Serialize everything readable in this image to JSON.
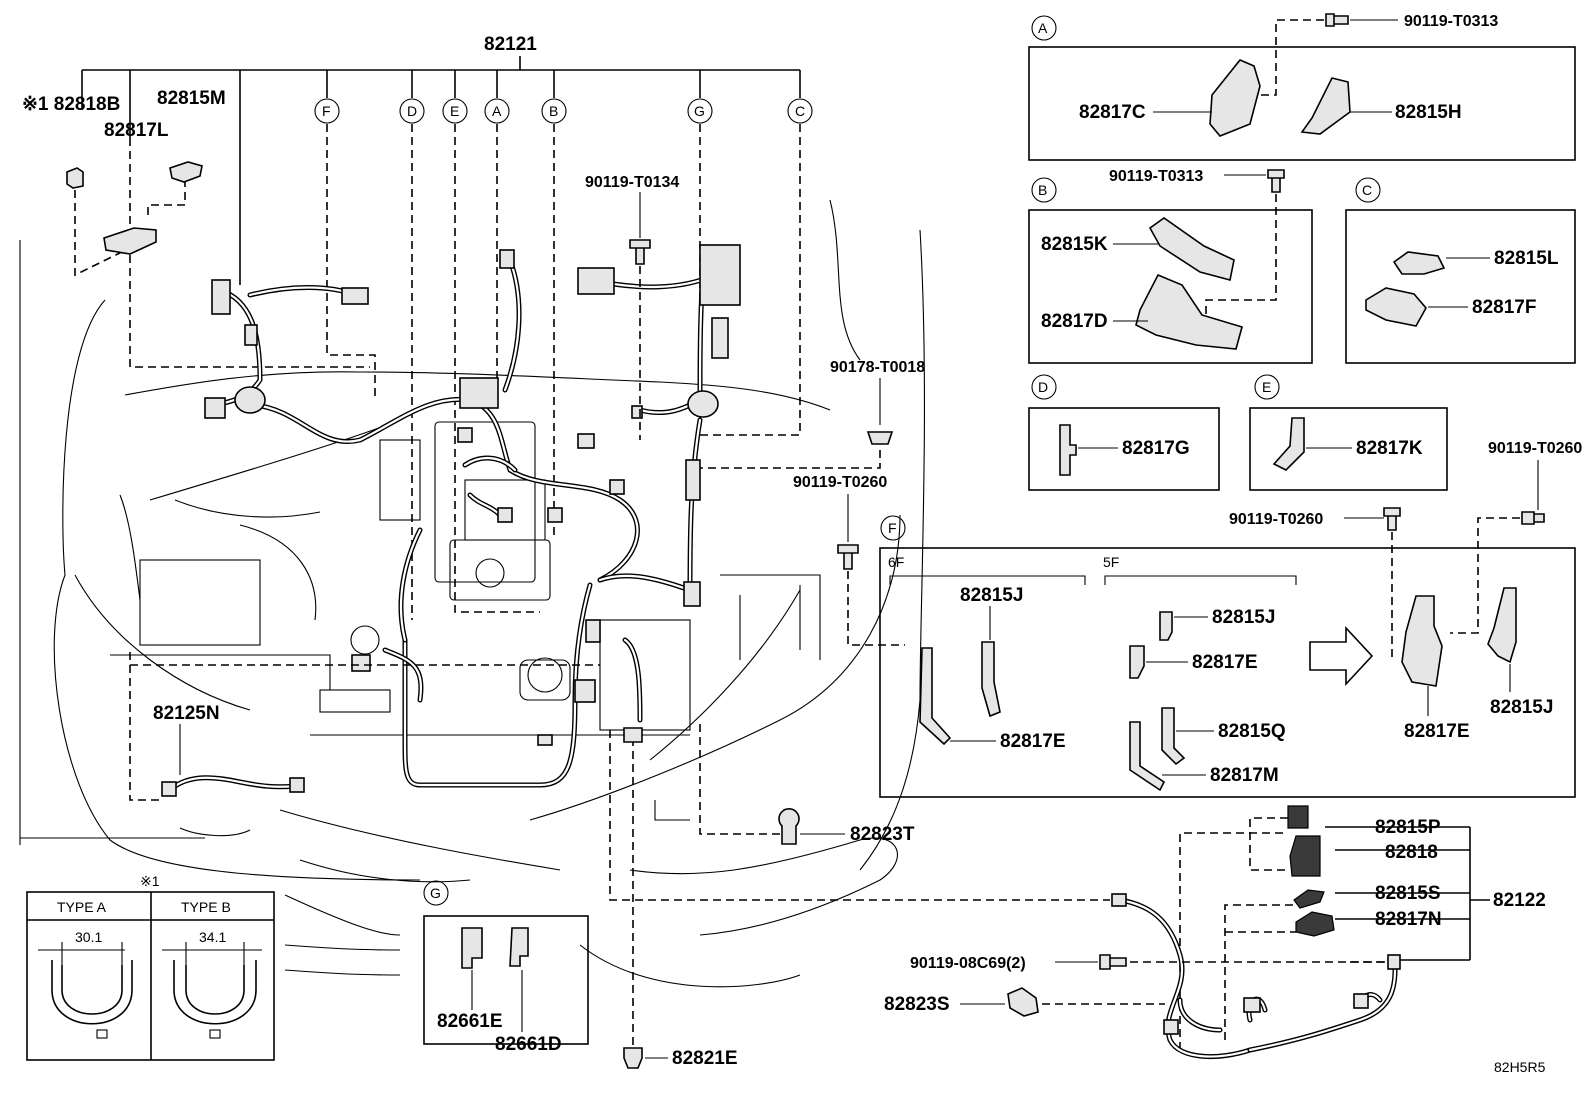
{
  "main_harness": "82121",
  "sub_harness": "82122",
  "note_mark": "※1",
  "diagram_code": "82H5R5",
  "circle_labels": [
    "A",
    "B",
    "C",
    "D",
    "E",
    "F",
    "G"
  ],
  "left_parts": {
    "p82818B": "※1 82818B",
    "p82815M": "82815M",
    "p82817L": "82817L",
    "p82125N": "82125N",
    "bolt_t0134": "90119-T0134",
    "nut_t0018": "90178-T0018",
    "bolt_t0260_mid": "90119-T0260",
    "p82823T": "82823T",
    "p82821E": "82821E"
  },
  "panel_a": {
    "bolt_top": "90119-T0313",
    "p1": "82817C",
    "p2": "82815H"
  },
  "panel_b": {
    "bolt": "90119-T0313",
    "p1": "82815K",
    "p2": "82817D"
  },
  "panel_c": {
    "p1": "82815L",
    "p2": "82817F"
  },
  "panel_d": {
    "p1": "82817G"
  },
  "panel_e": {
    "p1": "82817K"
  },
  "panel_f": {
    "bolt_center": "90119-T0260",
    "bolt_right": "90119-T0260",
    "label_6f": "6F",
    "label_5f": "5F",
    "j_6f": "82815J",
    "e_6f": "82817E",
    "j_5f": "82815J",
    "e_5f": "82817E",
    "q_5f": "82815Q",
    "m_5f": "82817M",
    "e_right": "82817E",
    "j_right": "82815J"
  },
  "panel_g": {
    "p1": "82661E",
    "p2": "82661D"
  },
  "sub_parts": {
    "p82815P": "82815P",
    "p82818": "82818",
    "p82815S": "82815S",
    "p82817N": "82817N",
    "bolt_08c69": "90119-08C69(2)",
    "p82823S": "82823S"
  },
  "type_table": {
    "mark": "※1",
    "type_a": "TYPE A",
    "type_b": "TYPE B",
    "dim_a": "30.1",
    "dim_b": "34.1"
  }
}
